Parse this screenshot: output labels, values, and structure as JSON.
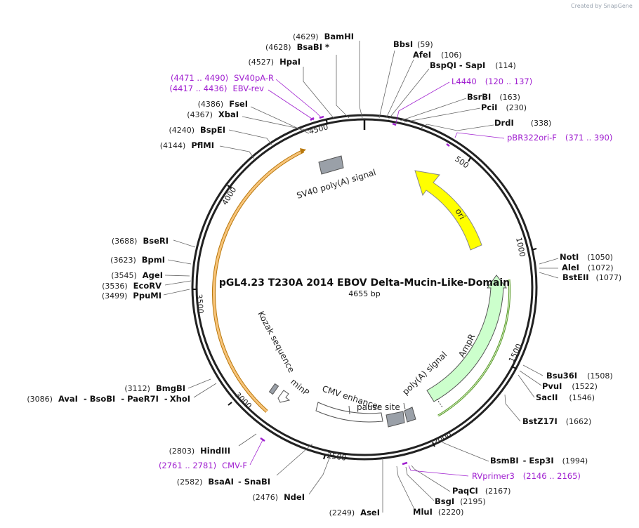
{
  "watermark": {
    "text": "Created by SnapGene"
  },
  "map": {
    "title": "pGL4.23 T230A 2014 EBOV Delta-Mucin-Like-Domain",
    "length_label": "4655 bp",
    "total_bp": 4655,
    "ticks": [
      "500",
      "1000",
      "1500",
      "2000",
      "2500",
      "3000",
      "3500",
      "4000",
      "4500"
    ]
  },
  "features": {
    "ori": {
      "label": "ori",
      "color": "#ffff00"
    },
    "ampr": {
      "label": "AmpR",
      "color": "#ccffcc"
    },
    "sv40": {
      "label": "SV40 poly(A) signal"
    },
    "luc": {
      "color": "#f8c47a"
    },
    "kozak": {
      "label": "Kozak sequence"
    },
    "minp": {
      "label": "minP"
    },
    "cmv": {
      "label": "CMV enhancer"
    },
    "pause": {
      "label": "pause site"
    },
    "polya": {
      "label": "poly(A) signal"
    }
  },
  "sites_right": [
    {
      "pos": "(59)",
      "names": [
        "BbsI"
      ]
    },
    {
      "pos": "(106)",
      "names": [
        "AfeI"
      ]
    },
    {
      "pos": "(114)",
      "names": [
        "BspQI",
        "SapI"
      ]
    },
    {
      "pos": "(163)",
      "names": [
        "BsrBI"
      ]
    },
    {
      "pos": "(230)",
      "names": [
        "PciI"
      ]
    },
    {
      "pos": "(338)",
      "names": [
        "DrdI"
      ]
    },
    {
      "pos": "(1050)",
      "names": [
        "NotI"
      ]
    },
    {
      "pos": "(1072)",
      "names": [
        "AleI"
      ]
    },
    {
      "pos": "(1077)",
      "names": [
        "BstEII"
      ]
    },
    {
      "pos": "(1508)",
      "names": [
        "Bsu36I"
      ]
    },
    {
      "pos": "(1522)",
      "names": [
        "PvuI"
      ]
    },
    {
      "pos": "(1546)",
      "names": [
        "SacII"
      ]
    },
    {
      "pos": "(1662)",
      "names": [
        "BstZ17I"
      ]
    },
    {
      "pos": "(1994)",
      "names": [
        "BsmBI",
        "Esp3I"
      ]
    },
    {
      "pos": "(2167)",
      "names": [
        "PaqCI"
      ]
    },
    {
      "pos": "(2195)",
      "names": [
        "BsgI"
      ]
    },
    {
      "pos": "(2220)",
      "names": [
        "MluI"
      ]
    }
  ],
  "sites_left": [
    {
      "pos": "(4629)",
      "names": [
        "BamHI"
      ]
    },
    {
      "pos": "(4628)",
      "names": [
        "BsaBI *"
      ]
    },
    {
      "pos": "(4527)",
      "names": [
        "HpaI"
      ]
    },
    {
      "pos": "(4386)",
      "names": [
        "FseI"
      ]
    },
    {
      "pos": "(4367)",
      "names": [
        "XbaI"
      ]
    },
    {
      "pos": "(4240)",
      "names": [
        "BspEI"
      ]
    },
    {
      "pos": "(4144)",
      "names": [
        "PflMI"
      ]
    },
    {
      "pos": "(3688)",
      "names": [
        "BseRI"
      ]
    },
    {
      "pos": "(3623)",
      "names": [
        "BpmI"
      ]
    },
    {
      "pos": "(3545)",
      "names": [
        "AgeI"
      ]
    },
    {
      "pos": "(3536)",
      "names": [
        "EcoRV"
      ]
    },
    {
      "pos": "(3499)",
      "names": [
        "PpuMI"
      ]
    },
    {
      "pos": "(3112)",
      "names": [
        "BmgBI"
      ]
    },
    {
      "pos": "(3086)",
      "names": [
        "AvaI",
        "BsoBI",
        "PaeR7I",
        "XhoI"
      ]
    },
    {
      "pos": "(2803)",
      "names": [
        "HindIII"
      ]
    },
    {
      "pos": "(2582)",
      "names": [
        "BsaAI",
        "SnaBI"
      ]
    },
    {
      "pos": "(2476)",
      "names": [
        "NdeI"
      ]
    },
    {
      "pos": "(2249)",
      "names": [
        "AseI"
      ]
    }
  ],
  "primers": [
    {
      "label": "SV40pA-R",
      "range": "(4471 .. 4490)"
    },
    {
      "label": "EBV-rev",
      "range": "(4417 .. 4436)"
    },
    {
      "label": "L4440",
      "range": "(120 .. 137)"
    },
    {
      "label": "pBR322ori-F",
      "range": "(371 .. 390)"
    },
    {
      "label": "CMV-F",
      "range": "(2761 .. 2781)"
    },
    {
      "label": "RVprimer3",
      "range": "(2146 .. 2165)"
    }
  ]
}
